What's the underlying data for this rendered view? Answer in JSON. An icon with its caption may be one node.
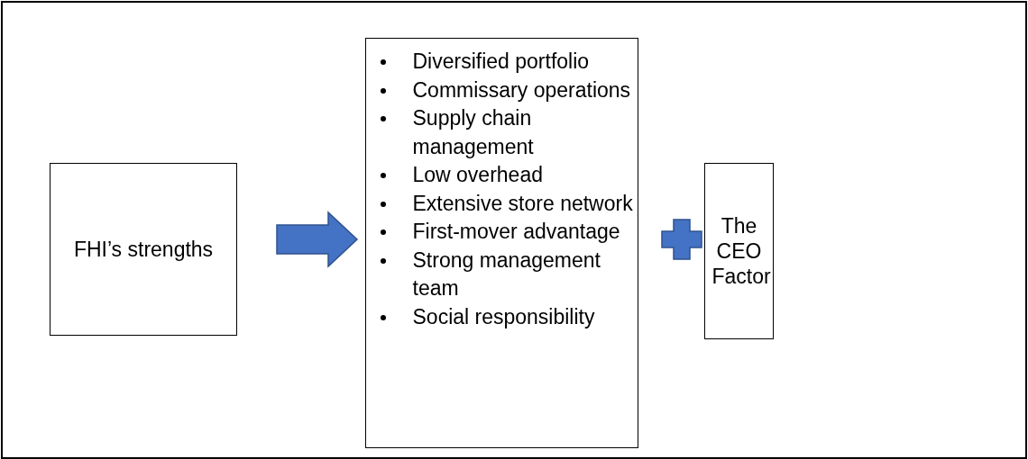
{
  "diagram": {
    "nodes": [
      {
        "text": [
          "FHI’s strengths"
        ]
      },
      {
        "text": [
          "Diversified portfolio",
          "Commissary operations",
          "Supply chain management",
          "Low overhead",
          "Extensive store network",
          "First-mover advantage",
          "Strong management team",
          "Social responsibility"
        ]
      },
      {
        "text": [
          "The CEO Factor"
        ]
      }
    ],
    "edges": [
      {
        "from": 0,
        "to": 1,
        "arrow": "to"
      }
    ]
  }
}
